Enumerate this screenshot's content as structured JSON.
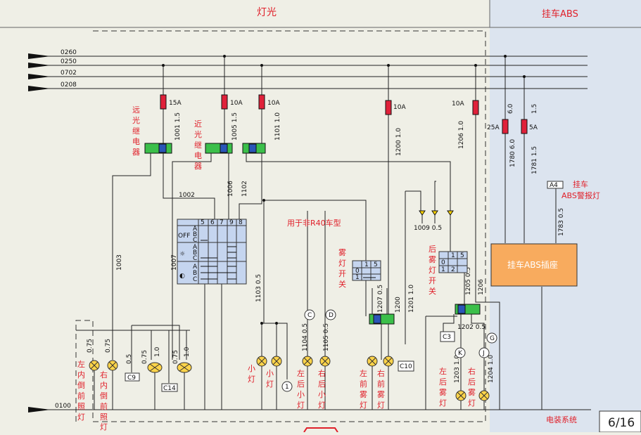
{
  "header": {
    "left": "灯光",
    "right": "挂车ABS"
  },
  "page_number": "6/16",
  "footer_label": "电装系统",
  "busbars": [
    "0260",
    "0250",
    "0702",
    "0208"
  ],
  "ground_bus": "0100",
  "fuses": [
    "15A",
    "10A",
    "10A",
    "10A",
    "10A",
    "25A",
    "5A"
  ],
  "wires": {
    "w1001": "1001 1.5",
    "w1005": "1005 1.5",
    "w1101": "1101 1.0",
    "w1200": "1200 1.0",
    "w1206": "1206 1.0",
    "w1780": "1780 6.0",
    "w1781": "1781 1.5",
    "top60": "6.0",
    "top15": "1.5",
    "w1002": "1002",
    "w1006": "1006",
    "w1102": "1102",
    "w1003": "1003",
    "w1007": "1007",
    "w1103": "1103 0.5",
    "w1104": "1104 0.5",
    "w1105": "1105 0.5",
    "w1200b": "1200",
    "w1201": "1201 1.0",
    "w1207": "1207 0.5",
    "w1205": "1205 0.5",
    "w1206b": "1206",
    "w1202": "1202 0.5",
    "w1203": "1203 1.0",
    "w1204": "1204 1.0",
    "w1009": "1009 0.5",
    "w1783": "1783 0.5",
    "g075a": "0.75",
    "g075b": "0.75",
    "g05": "0.5",
    "g075c": "0.75",
    "g10a": "1.0",
    "g075d": "0.75",
    "g10b": "1.0"
  },
  "connectors": [
    "C9",
    "C14",
    "C10",
    "C3",
    "A4"
  ],
  "circle_marks": [
    "C",
    "D",
    "K",
    "J",
    "G",
    "1"
  ],
  "labels": {
    "high_relay": [
      "远",
      "光",
      "继",
      "电",
      "器"
    ],
    "low_relay": [
      "近",
      "光",
      "继",
      "电",
      "器"
    ],
    "non_r40": "用于非R40车型",
    "fog_switch": [
      "雾",
      "灯",
      "开",
      "关"
    ],
    "rear_fog_switch": [
      "后",
      "雾",
      "灯",
      "开",
      "关"
    ],
    "abs_socket": "挂车ABS插座",
    "abs_warn_1": "挂车",
    "abs_warn_2": "ABS警报灯",
    "lamp_left_reverse": [
      "左",
      "内",
      "倒",
      "前",
      "照",
      "灯"
    ],
    "lamp_right_reverse": [
      "右",
      "内",
      "倒",
      "前",
      "照",
      "灯"
    ],
    "lamp_small_1": [
      "小",
      "灯"
    ],
    "lamp_small_2": [
      "小",
      "灯"
    ],
    "lamp_left_rear_small": [
      "左",
      "后",
      "小",
      "灯"
    ],
    "lamp_right_rear_small": [
      "右",
      "后",
      "小",
      "灯"
    ],
    "lamp_left_front_fog": [
      "左",
      "前",
      "雾",
      "灯"
    ],
    "lamp_right_front_fog": [
      "右",
      "前",
      "雾",
      "灯"
    ],
    "lamp_left_rear_fog": [
      "左",
      "后",
      "雾",
      "灯"
    ],
    "lamp_right_rear_fog": [
      "右",
      "后",
      "雾",
      "灯"
    ]
  },
  "switch_table": {
    "columns": [
      "5",
      "6",
      "7",
      "9",
      "8"
    ],
    "groups": [
      "OFF",
      "☼",
      "◐"
    ],
    "rows": [
      "A",
      "B",
      "C",
      "A",
      "B",
      "C",
      "A",
      "B",
      "C"
    ]
  },
  "fog_switch_grid": [
    "1",
    "5",
    "0",
    "1"
  ],
  "rear_fog_grid": [
    "1",
    "5",
    "0",
    "1",
    "2"
  ],
  "colors": {
    "fuse": "#e0213a",
    "relay": "#3bbf4a",
    "relay_core": "#2a56b8",
    "abs_socket": "#f8ab5e",
    "right_bg": "#dce4ef",
    "label_red": "#e0202a"
  }
}
